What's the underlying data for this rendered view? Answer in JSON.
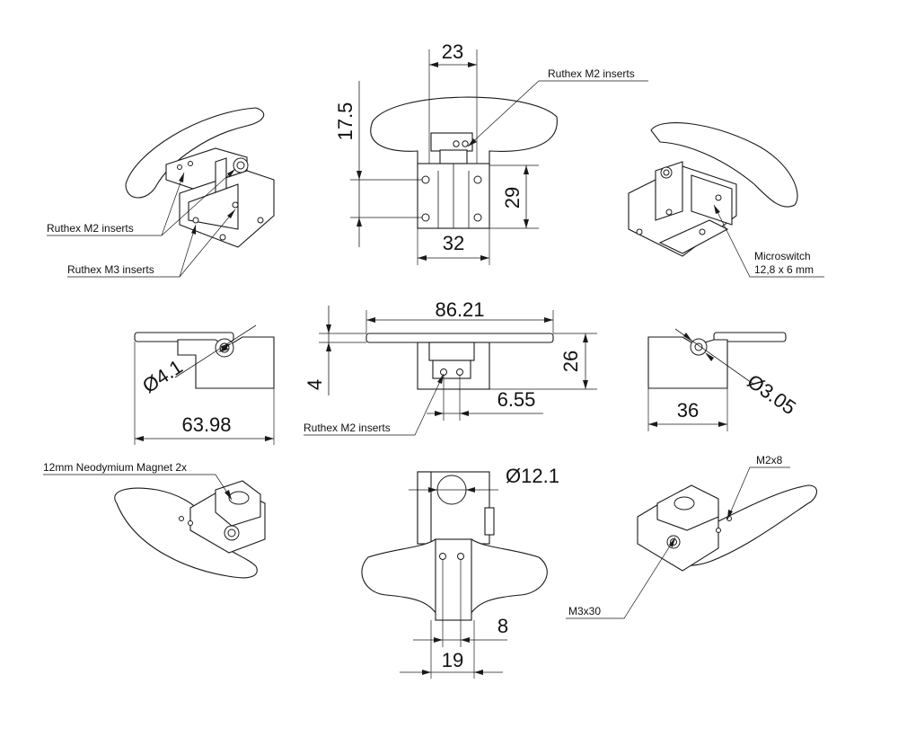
{
  "dimensions": {
    "top_width_23": "23",
    "height_17_5": "17.5",
    "height_29": "29",
    "width_32": "32",
    "width_86_21": "86.21",
    "thickness_4": "4",
    "height_26": "26",
    "offset_6_55": "6.55",
    "dia_4_1": "Ø4.1",
    "length_63_98": "63.98",
    "width_36": "36",
    "dia_3_05": "Ø3.05",
    "dia_12_1": "Ø12.1",
    "spacing_8": "8",
    "width_19": "19"
  },
  "labels": {
    "ruthex_m2_top": "Ruthex M2 inserts",
    "ruthex_m2_left": "Ruthex M2 inserts",
    "ruthex_m3_left": "Ruthex M3 inserts",
    "microswitch_line1": "Microswitch",
    "microswitch_line2": "12,8 x 6 mm",
    "ruthex_m2_mid": "Ruthex M2 inserts",
    "magnet": "12mm Neodymium Magnet 2x",
    "m2x8": "M2x8",
    "m3x30": "M3x30"
  }
}
